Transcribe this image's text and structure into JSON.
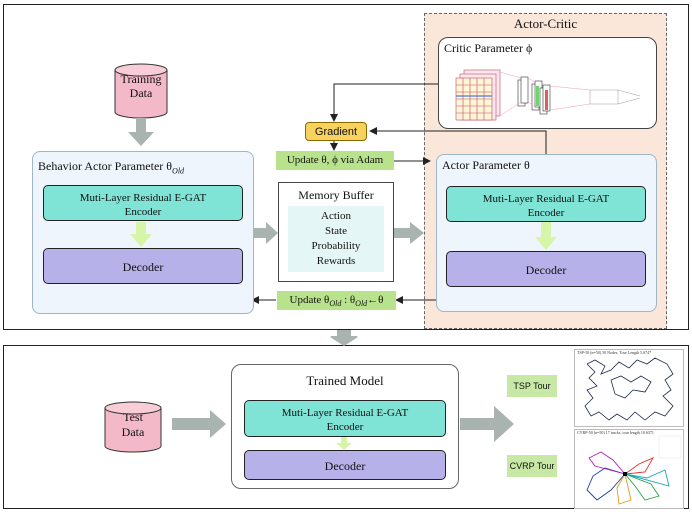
{
  "training": {
    "database_label": "Training\nData"
  },
  "behavior_actor": {
    "title": "Behavior Actor Parameter θ",
    "title_sub": "Old",
    "encoder_label": "Muti-Layer Residual E-GAT\nEncoder",
    "decoder_label": "Decoder"
  },
  "actor_critic": {
    "title": "Actor-Critic",
    "critic_title": "Critic Parameter ϕ",
    "actor_title": "Actor Parameter θ",
    "encoder_label": "Muti-Layer Residual E-GAT\nEncoder",
    "decoder_label": "Decoder"
  },
  "gradient_label": "Gradient",
  "update_adam_label": "Update θ, ϕ via Adam",
  "memory_buffer": {
    "title": "Memory Buffer",
    "items": [
      "Action",
      "State",
      "Probability",
      "Rewards"
    ]
  },
  "update_old": {
    "prefix": "Update θ",
    "sub1": "Old",
    "middle": " : θ",
    "sub2": "Old",
    "suffix": "←θ"
  },
  "test": {
    "database_label": "Test\nData",
    "trained_title": "Trained Model",
    "encoder_label": "Muti-Layer Residual E-GAT\nEncoder",
    "decoder_label": "Decoder"
  },
  "outputs": {
    "tsp_label": "TSP Tour",
    "cvrp_label": "CVRP Tour",
    "tsp_caption": "TSP-50 (n=50) 50 Nodes, Tour Length 5.6747",
    "cvrp_caption": "CVRP-50 (n=50) 17 trucks, tour length 10.6371"
  },
  "colors": {
    "encoder": "#7fe3d6",
    "decoder": "#b7b1ea",
    "green_bar": "#b9e28c",
    "gradient": "#f8d25f",
    "database": "#f4b9c8",
    "actor_critic_bg": "#fbe6da",
    "arrow": "#a9b3b0"
  }
}
